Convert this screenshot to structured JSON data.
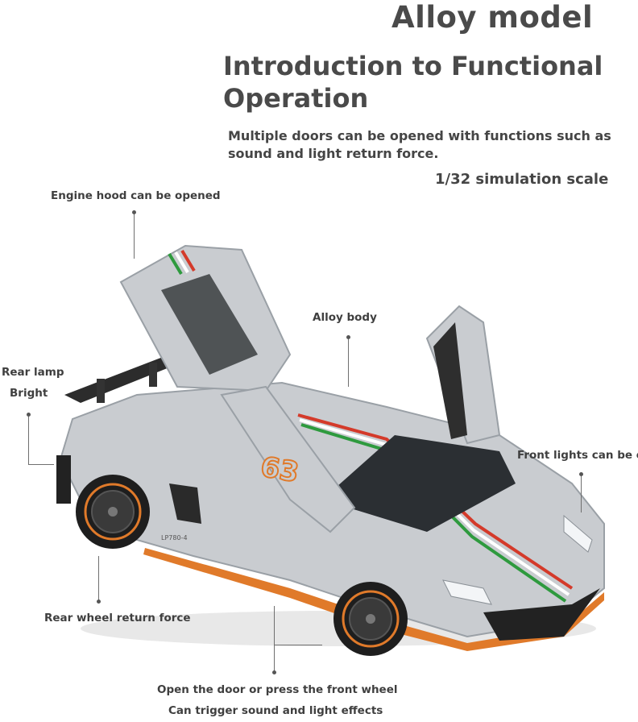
{
  "header": {
    "title": "Alloy model",
    "subtitle": "Introduction to Functional Operation",
    "description": "Multiple doors can be opened with functions such as sound and light return force.",
    "scale": "1/32 simulation scale"
  },
  "callouts": {
    "engine_hood": "Engine hood can be opened",
    "alloy_body": "Alloy body",
    "rear_lamp": "Rear lamp",
    "bright": "Bright",
    "front_lights": "Front lights can be on",
    "rear_wheel": "Rear wheel return force",
    "open_door": "Open the door or press the front wheel",
    "trigger": "Can trigger sound and light effects"
  },
  "car": {
    "badge_number": "63",
    "side_text": "LP780-4",
    "body_color": "#c9ccd0",
    "accent_color": "#e07a2a",
    "stripe_colors": [
      "#2e9a3e",
      "#ffffff",
      "#d43a2a"
    ]
  }
}
